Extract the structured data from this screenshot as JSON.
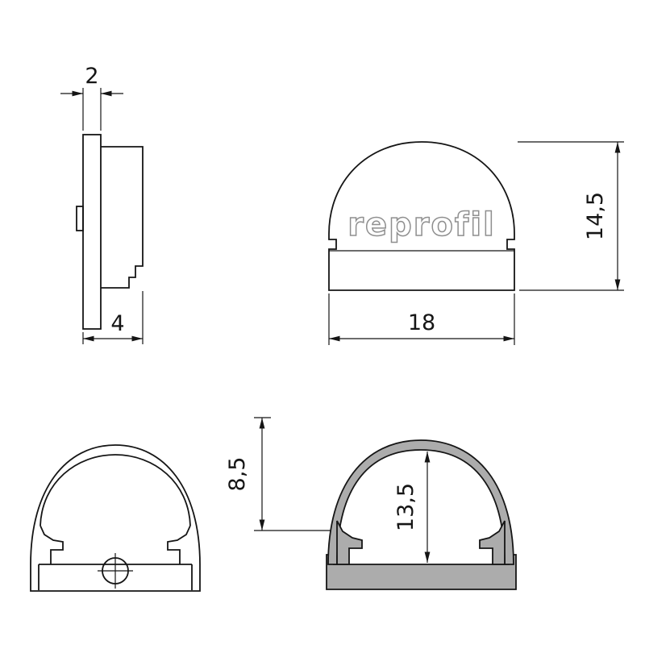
{
  "style": {
    "background": "#ffffff",
    "line_color": "#151515",
    "fill_gray": "#acacac",
    "logo_gray": "#8f8f8f"
  },
  "logo": {
    "text": "reprofil"
  },
  "dimensions": {
    "end_cap_thickness": "2",
    "end_cap_depth": "4",
    "end_cap_width": "18",
    "end_cap_height": "14,5",
    "cover_height": "8,5",
    "inner_height": "13,5"
  }
}
